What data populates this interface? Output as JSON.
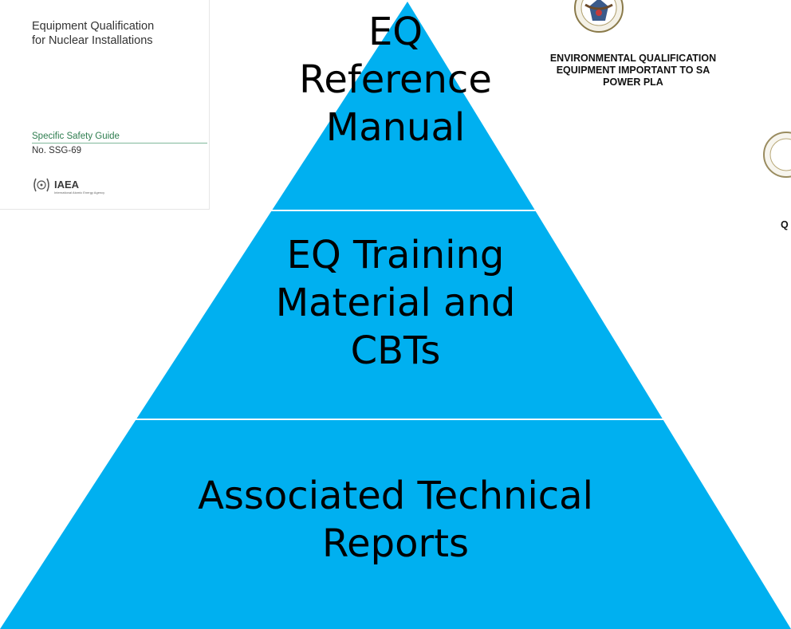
{
  "documents": {
    "iaea_guide": {
      "title_line1": "Equipment Qualification",
      "title_line2": "for Nuclear Installations",
      "series": "Specific Safety Guide",
      "number": "No. SSG-69",
      "publisher": "IAEA",
      "publisher_full": "International Atomic Energy Agency"
    },
    "nrc_guide": {
      "heading_line1": "ENVIRONMENTAL QUALIFICATION",
      "heading_line2": "EQUIPMENT IMPORTANT TO SA",
      "heading_line3": "POWER PLA",
      "partial_letter": "Q"
    }
  },
  "pyramid": {
    "fill_color": "#00b0f0",
    "divider_color": "#ffffff",
    "tiers": [
      {
        "label": "EQ\nReference\nManual"
      },
      {
        "label": "EQ Training\nMaterial and\nCBTs"
      },
      {
        "label": "Associated Technical\nReports"
      }
    ]
  }
}
